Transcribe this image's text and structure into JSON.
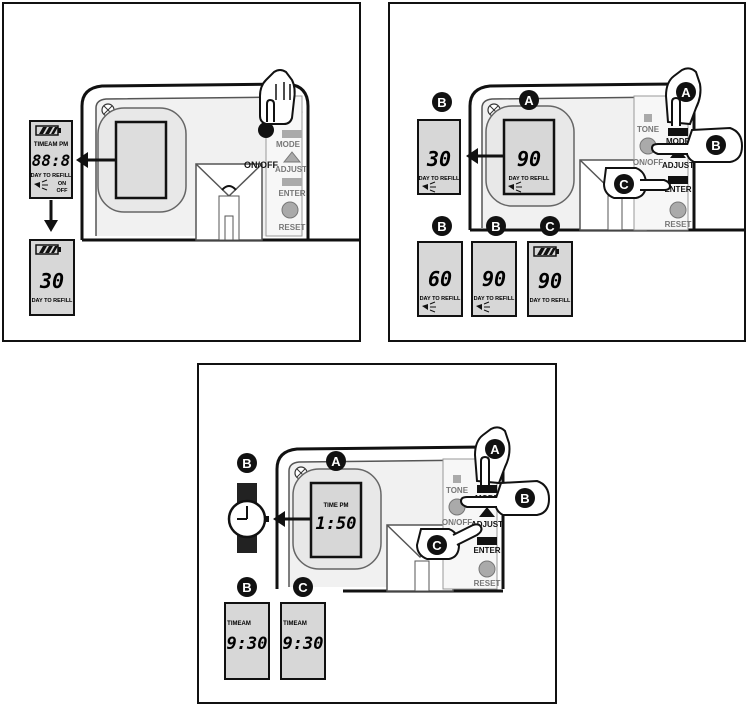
{
  "device": {
    "on_off_label": "ON/OFF",
    "mode_label": "MODE",
    "adjust_label": "ADJUST",
    "enter_label": "ENTER",
    "reset_label": "RESET",
    "tone_label": "TONE"
  },
  "lcd": {
    "time_am_pm": "TIMEAM PM",
    "time_pm": "TIME PM",
    "time_am": "TIMEAM",
    "digits_all_segments": "88:8",
    "day_to_refill": "DAY TO REFILL",
    "on": "ON",
    "off": "OFF"
  },
  "panel1": {
    "display_days": "30"
  },
  "panel2": {
    "marker_a": "A",
    "marker_b": "B",
    "marker_c": "C",
    "main_display": "90",
    "side_display": "30",
    "options": [
      "60",
      "90",
      "90"
    ]
  },
  "panel3": {
    "marker_a": "A",
    "marker_b": "B",
    "marker_c": "C",
    "main_display": "1:50",
    "result_b": "9:30",
    "result_c": "9:30"
  }
}
